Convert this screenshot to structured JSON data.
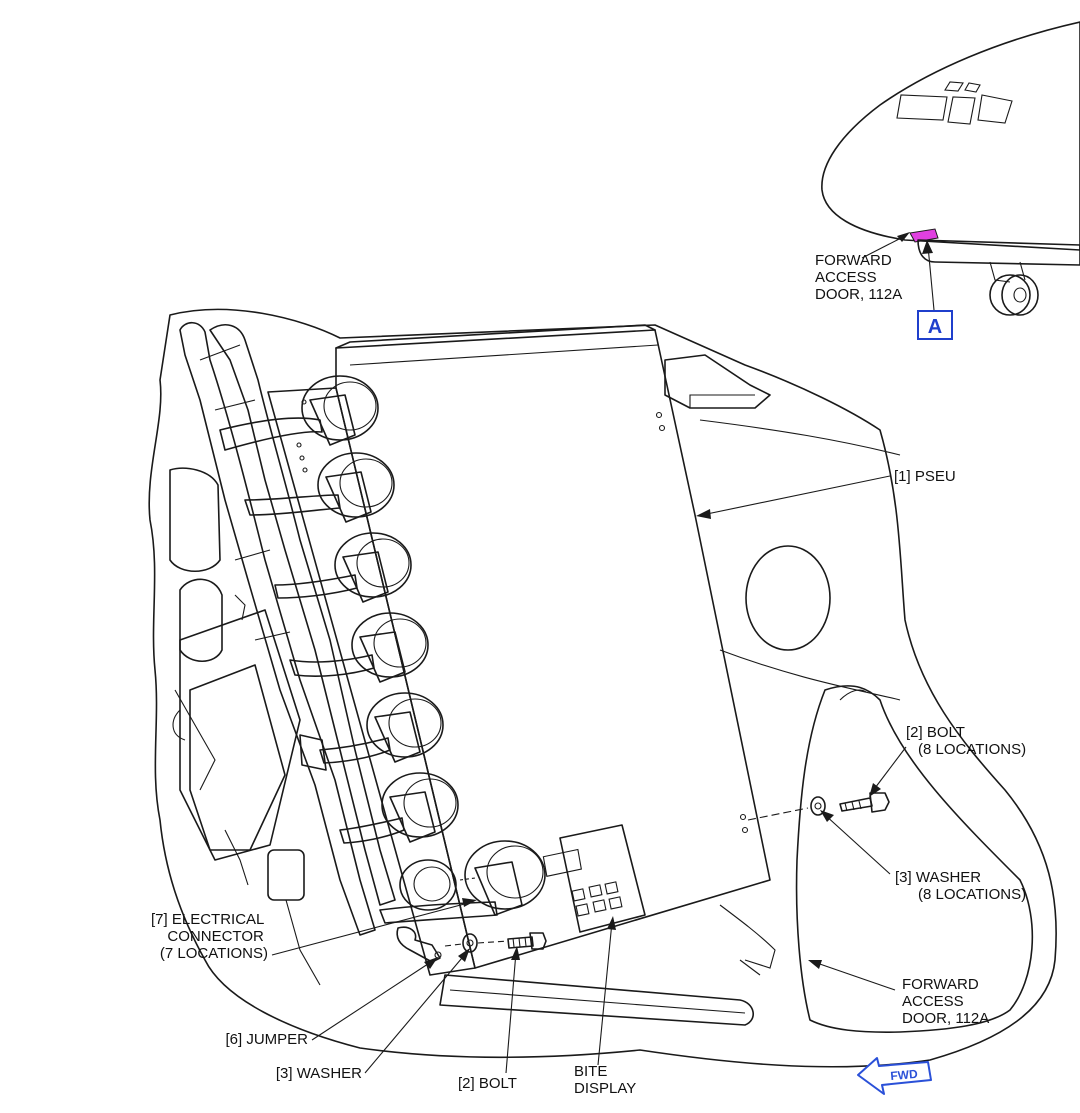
{
  "colors": {
    "background_fill": "#FCF9C6",
    "pseu_fill": "#C4F6FA",
    "access_door_highlight": "#E040E0",
    "view_label": "#1F3FCC",
    "fwd_arrow": "#2A50D8",
    "line": "#1a1a1a"
  },
  "labels": {
    "forward_access_door_top": [
      "FORWARD",
      "ACCESS",
      "DOOR, 112A"
    ],
    "view_letter": "A",
    "pseu": "[1] PSEU",
    "bolt_right": [
      "[2] BOLT",
      "(8 LOCATIONS)"
    ],
    "washer_right": [
      "[3] WASHER",
      "(8 LOCATIONS)"
    ],
    "forward_access_door_bottom": [
      "FORWARD",
      "ACCESS",
      "DOOR, 112A"
    ],
    "electrical_connector": [
      "[7] ELECTRICAL",
      "CONNECTOR",
      "(7 LOCATIONS)"
    ],
    "jumper": "[6] JUMPER",
    "washer_bottom": "[3] WASHER",
    "bolt_bottom": "[2] BOLT",
    "bite_display": [
      "BITE",
      "DISPLAY"
    ],
    "fwd": "FWD"
  }
}
